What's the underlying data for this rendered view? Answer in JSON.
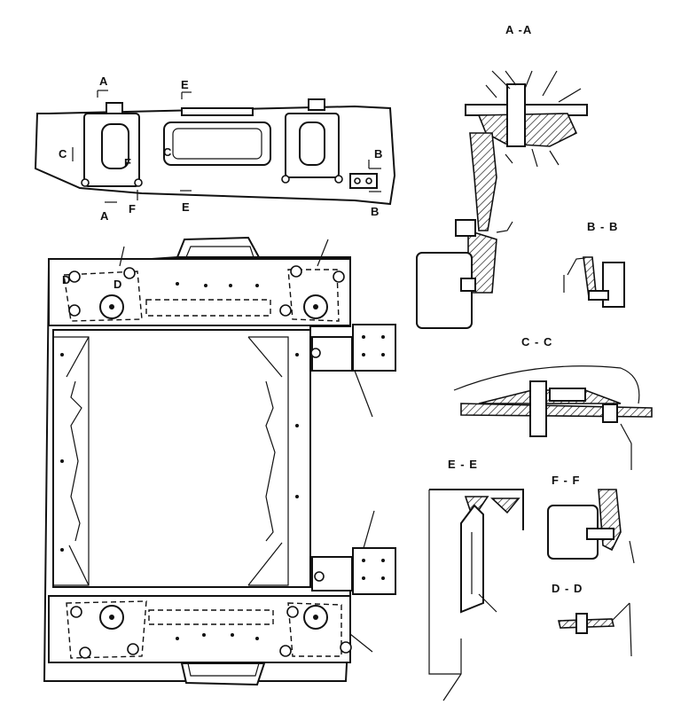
{
  "section_titles": {
    "aa": "A -A",
    "bb": "B - B",
    "cc": "C - C",
    "ee": "E - E",
    "ff": "F - F",
    "dd": "D - D"
  },
  "cut_markers": {
    "a_top": "A",
    "a_bottom": "A",
    "e_top": "E",
    "e_bottom": "E",
    "c": "C",
    "c2": "C",
    "f_top": "F",
    "f_bottom": "F",
    "b_top": "B",
    "b_bottom": "B",
    "d_left": "D",
    "d_right": "D"
  }
}
